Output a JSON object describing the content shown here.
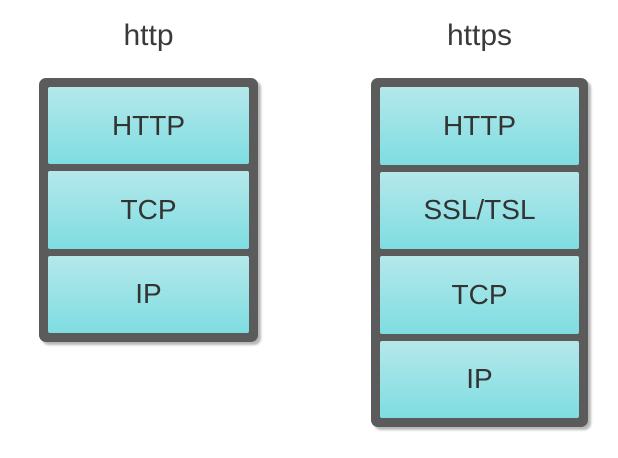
{
  "diagram": {
    "background_color": "#ffffff",
    "frame_color": "#5b5b5b",
    "box_gradient_top": "#b5e8eb",
    "box_gradient_bottom": "#7edde1",
    "title_color": "#3a3a3a",
    "label_color": "#333333",
    "stacks": [
      {
        "title": "http",
        "layers": [
          "HTTP",
          "TCP",
          "IP"
        ]
      },
      {
        "title": "https",
        "layers": [
          "HTTP",
          "SSL/TSL",
          "TCP",
          "IP"
        ]
      }
    ]
  }
}
